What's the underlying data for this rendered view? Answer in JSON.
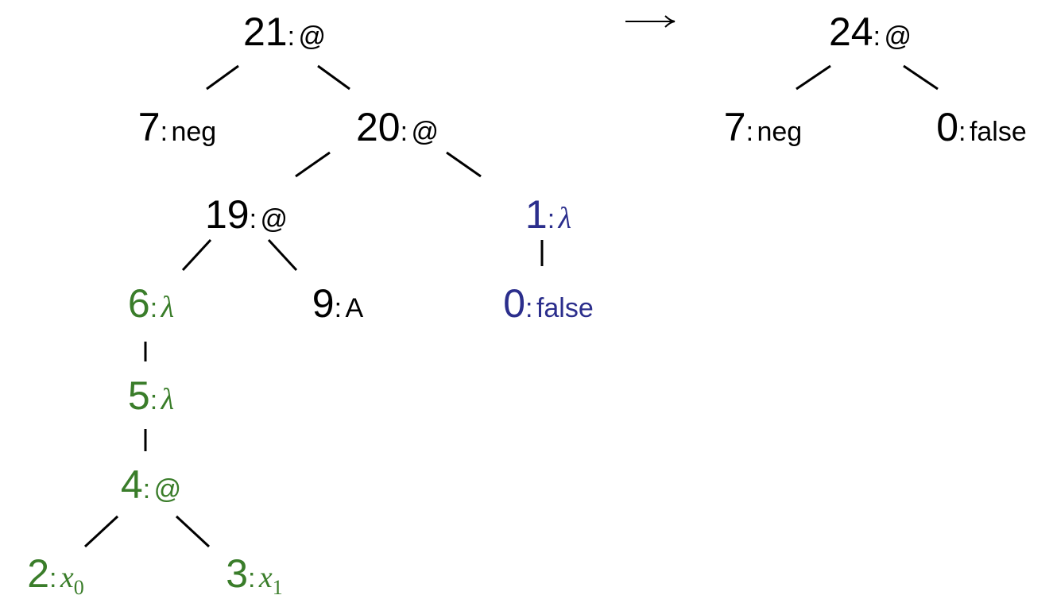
{
  "colors": {
    "default": "#000000",
    "green": "#3a7d2a",
    "blue": "#2b2e8c"
  },
  "arrow_symbol": "rightwards-arrow-icon",
  "separator": ":",
  "left_tree": {
    "nodes": [
      {
        "id": "n21",
        "num": "21",
        "label": "@",
        "color": "default"
      },
      {
        "id": "n7",
        "num": "7",
        "label": "neg",
        "color": "default"
      },
      {
        "id": "n20",
        "num": "20",
        "label": "@",
        "color": "default"
      },
      {
        "id": "n19",
        "num": "19",
        "label": "@",
        "color": "default"
      },
      {
        "id": "n1",
        "num": "1",
        "label": "λ",
        "math": true,
        "color": "blue"
      },
      {
        "id": "n6",
        "num": "6",
        "label": "λ",
        "math": true,
        "color": "green"
      },
      {
        "id": "n9",
        "num": "9",
        "label": "A",
        "color": "default"
      },
      {
        "id": "n0",
        "num": "0",
        "label": "false",
        "color": "blue"
      },
      {
        "id": "n5",
        "num": "5",
        "label": "λ",
        "math": true,
        "color": "green"
      },
      {
        "id": "n4",
        "num": "4",
        "label": "@",
        "color": "green"
      },
      {
        "id": "n2",
        "num": "2",
        "label": "x",
        "sub": "0",
        "math": true,
        "color": "green"
      },
      {
        "id": "n3",
        "num": "3",
        "label": "x",
        "sub": "1",
        "math": true,
        "color": "green"
      }
    ],
    "edges": [
      [
        "n21",
        "n7"
      ],
      [
        "n21",
        "n20"
      ],
      [
        "n20",
        "n19"
      ],
      [
        "n20",
        "n1"
      ],
      [
        "n19",
        "n6"
      ],
      [
        "n19",
        "n9"
      ],
      [
        "n1",
        "n0"
      ],
      [
        "n6",
        "n5"
      ],
      [
        "n5",
        "n4"
      ],
      [
        "n4",
        "n2"
      ],
      [
        "n4",
        "n3"
      ]
    ]
  },
  "right_tree": {
    "nodes": [
      {
        "id": "m24",
        "num": "24",
        "label": "@",
        "color": "default"
      },
      {
        "id": "m7",
        "num": "7",
        "label": "neg",
        "color": "default"
      },
      {
        "id": "m0",
        "num": "0",
        "label": "false",
        "color": "default"
      }
    ],
    "edges": [
      [
        "m24",
        "m7"
      ],
      [
        "m24",
        "m0"
      ]
    ]
  }
}
